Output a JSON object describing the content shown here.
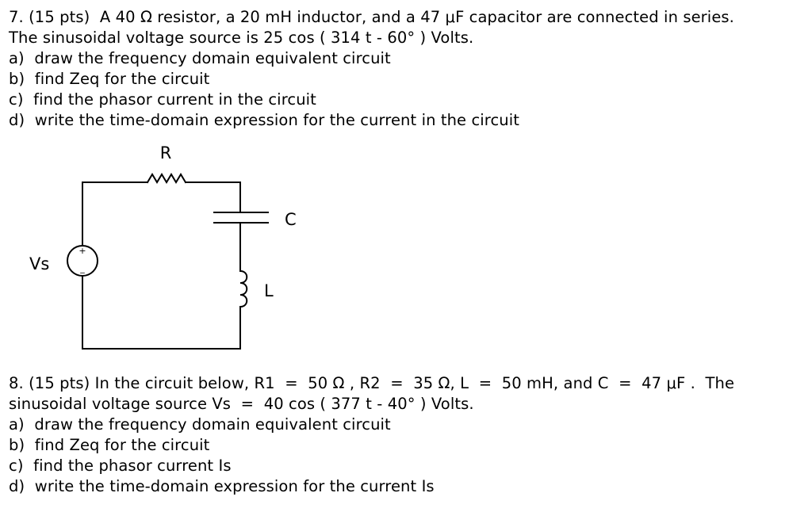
{
  "problem7": {
    "line1": "7. (15 pts)  A 40 Ω resistor, a 20 mH inductor, and a 47 μF capacitor are connected in series.",
    "line2": "The sinusoidal voltage source is 25 cos ( 314 t - 60° ) Volts.",
    "parts": [
      "a)  draw the frequency domain equivalent circuit",
      "b)  find Zeq for the circuit",
      "c)  find the phasor current in the circuit",
      "d)  write the time-domain expression for the current in the circuit"
    ]
  },
  "circuit": {
    "resistor_label": "R",
    "capacitor_label": "C",
    "inductor_label": "L",
    "source_label": "Vs",
    "source_plus": "+",
    "source_minus": "_"
  },
  "problem8": {
    "line1": "8. (15 pts) In the circuit below, R1  =  50 Ω , R2  =  35 Ω, L  =  50 mH, and C  =  47 μF .  The",
    "line2": "sinusoidal voltage source Vs  =  40 cos ( 377 t - 40° ) Volts.",
    "parts": [
      "a)  draw the frequency domain equivalent circuit",
      "b)  find Zeq for the circuit",
      "c)  find the phasor current Is",
      "d)  write the time-domain expression for the current Is"
    ]
  }
}
